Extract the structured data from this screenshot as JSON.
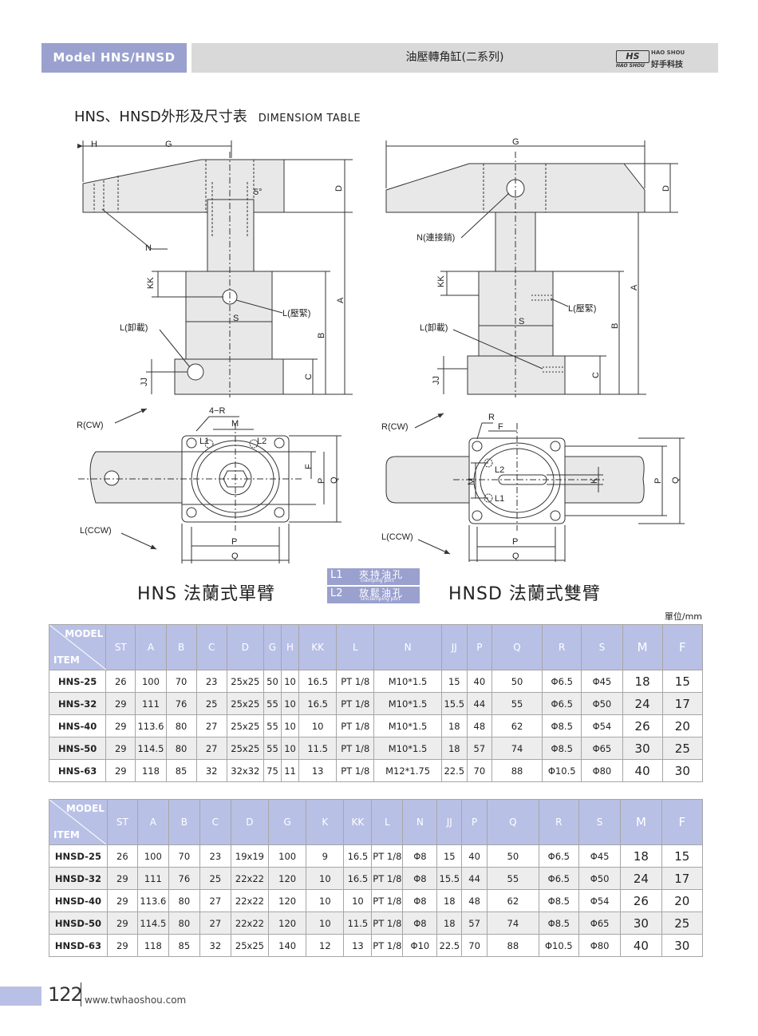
{
  "header": {
    "model_label": "Model HNS/HNSD",
    "title": "油壓轉角缸(二系列)",
    "logo_box": "HS",
    "logo_en": "HAO SHOU",
    "logo_sub": "HAO SHOU",
    "logo_zh": "好手科技"
  },
  "section": {
    "title_zh": "HNS、HNSD外形及尺寸表",
    "title_en": "DIMENSIOM TABLE"
  },
  "drawing_labels": {
    "H": "H",
    "G": "G",
    "D": "D",
    "N": "N",
    "N_pin": "N(連接銷)",
    "KK": "KK",
    "A": "A",
    "S": "S",
    "B": "B",
    "C": "C",
    "JJ": "JJ",
    "L_clamp": "L(壓緊)",
    "L_unclamp": "L(卸載)",
    "deg": "5°",
    "R_CW": "R(CW)",
    "L_CCW": "L(CCW)",
    "4R": "4−R",
    "M": "M",
    "L1": "L1",
    "L2": "L2",
    "F": "F",
    "P": "P",
    "Q": "Q",
    "R": "R",
    "K": "K"
  },
  "captions": {
    "hns": "HNS 法蘭式單臂",
    "hnsd": "HNSD 法蘭式雙臂"
  },
  "legend": [
    {
      "code": "L1",
      "zh": "夾持油孔",
      "en": "clamping port"
    },
    {
      "code": "L2",
      "zh": "放鬆油孔",
      "en": "Unclamping port"
    }
  ],
  "unit": "單位/mm",
  "table_hns": {
    "corner_model": "MODEL",
    "corner_item": "ITEM",
    "headers": [
      "ST",
      "A",
      "B",
      "C",
      "D",
      "G",
      "H",
      "KK",
      "L",
      "N",
      "JJ",
      "P",
      "Q",
      "R",
      "S",
      "M",
      "F"
    ],
    "rows": [
      [
        "HNS-25",
        "26",
        "100",
        "70",
        "23",
        "25x25",
        "50",
        "10",
        "16.5",
        "PT 1/8",
        "M10*1.5",
        "15",
        "40",
        "50",
        "Φ6.5",
        "Φ45",
        "18",
        "15"
      ],
      [
        "HNS-32",
        "29",
        "111",
        "76",
        "25",
        "25x25",
        "55",
        "10",
        "16.5",
        "PT 1/8",
        "M10*1.5",
        "15.5",
        "44",
        "55",
        "Φ6.5",
        "Φ50",
        "24",
        "17"
      ],
      [
        "HNS-40",
        "29",
        "113.6",
        "80",
        "27",
        "25x25",
        "55",
        "10",
        "10",
        "PT 1/8",
        "M10*1.5",
        "18",
        "48",
        "62",
        "Φ8.5",
        "Φ54",
        "26",
        "20"
      ],
      [
        "HNS-50",
        "29",
        "114.5",
        "80",
        "27",
        "25x25",
        "55",
        "10",
        "11.5",
        "PT 1/8",
        "M10*1.5",
        "18",
        "57",
        "74",
        "Φ8.5",
        "Φ65",
        "30",
        "25"
      ],
      [
        "HNS-63",
        "29",
        "118",
        "85",
        "32",
        "32x32",
        "75",
        "11",
        "13",
        "PT 1/8",
        "M12*1.75",
        "22.5",
        "70",
        "88",
        "Φ10.5",
        "Φ80",
        "40",
        "30"
      ]
    ]
  },
  "table_hnsd": {
    "corner_model": "MODEL",
    "corner_item": "ITEM",
    "headers": [
      "ST",
      "A",
      "B",
      "C",
      "D",
      "G",
      "K",
      "KK",
      "L",
      "N",
      "JJ",
      "P",
      "Q",
      "R",
      "S",
      "M",
      "F"
    ],
    "rows": [
      [
        "HNSD-25",
        "26",
        "100",
        "70",
        "23",
        "19x19",
        "100",
        "9",
        "16.5",
        "PT 1/8",
        "Φ8",
        "15",
        "40",
        "50",
        "Φ6.5",
        "Φ45",
        "18",
        "15"
      ],
      [
        "HNSD-32",
        "29",
        "111",
        "76",
        "25",
        "22x22",
        "120",
        "10",
        "16.5",
        "PT 1/8",
        "Φ8",
        "15.5",
        "44",
        "55",
        "Φ6.5",
        "Φ50",
        "24",
        "17"
      ],
      [
        "HNSD-40",
        "29",
        "113.6",
        "80",
        "27",
        "22x22",
        "120",
        "10",
        "10",
        "PT 1/8",
        "Φ8",
        "18",
        "48",
        "62",
        "Φ8.5",
        "Φ54",
        "26",
        "20"
      ],
      [
        "HNSD-50",
        "29",
        "114.5",
        "80",
        "27",
        "22x22",
        "120",
        "10",
        "11.5",
        "PT 1/8",
        "Φ8",
        "18",
        "57",
        "74",
        "Φ8.5",
        "Φ65",
        "30",
        "25"
      ],
      [
        "HNSD-63",
        "29",
        "118",
        "85",
        "32",
        "25x25",
        "140",
        "12",
        "13",
        "PT 1/8",
        "Φ10",
        "22.5",
        "70",
        "88",
        "Φ10.5",
        "Φ80",
        "40",
        "30"
      ]
    ]
  },
  "footer": {
    "page": "122",
    "url": "www.twhaoshou.com"
  }
}
